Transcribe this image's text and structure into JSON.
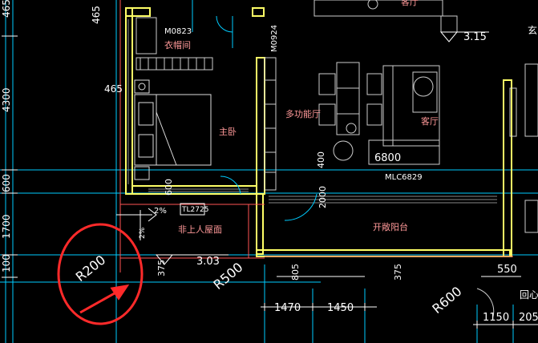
{
  "colors": {
    "background": "#000000",
    "wall": "#ffff66",
    "hatch": "#aaaaaa",
    "axis": "#00ccff",
    "room_label": "#ff9999",
    "annotation_red": "#ff2a2a",
    "text": "#ffffff"
  },
  "left_axis_dims": [
    "465",
    "4300",
    "600",
    "1700",
    "100"
  ],
  "top_partial_label": "465",
  "door_tags": {
    "bedroom": "M0823",
    "closet": "M0924",
    "slide": "MLC6829"
  },
  "rooms": {
    "closet": "衣帽间",
    "master_bedroom": "主卧",
    "multi_hall": "多功能厅",
    "living": "客厅",
    "top_right": "客厅",
    "balcony": "开敞阳台",
    "no_roof": "非上人屋面"
  },
  "levels": {
    "living": "3.15",
    "roof": "3.03"
  },
  "dims": {
    "d465_inner": "465",
    "d600_vert": "600",
    "d400": "400",
    "d6800": "6800",
    "d2000": "2000",
    "d375_left": "375",
    "d805": "805",
    "d375_right": "375",
    "d1470": "1470",
    "d1450": "1450",
    "d550": "550",
    "d1150": "1150",
    "d205": "205"
  },
  "slope": {
    "main": "2%",
    "small": "2%",
    "tag": "TL2725"
  },
  "radii": {
    "r200": "R200",
    "r500": "R500",
    "r600": "R600"
  },
  "edge_text": {
    "right_top": "玄",
    "right_bottom": "回心"
  }
}
